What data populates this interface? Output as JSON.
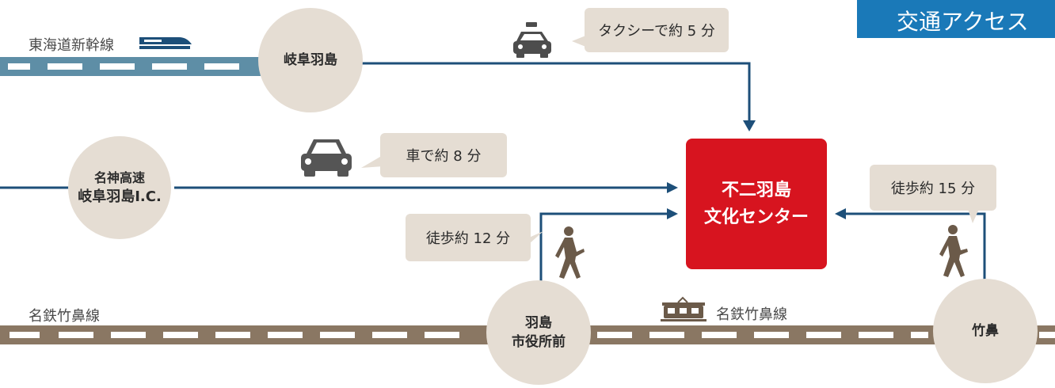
{
  "title": "交通アクセス",
  "lines": {
    "shinkansen_label": "東海道新幹線",
    "meitetsu_left_label": "名鉄竹鼻線",
    "meitetsu_mid_label": "名鉄竹鼻線"
  },
  "stations": {
    "gifu_hashima": "岐阜羽島",
    "meishin_line1": "名神高速",
    "meishin_line2": "岐阜羽島I.C.",
    "shiyakusho_line1": "羽島",
    "shiyakusho_line2": "市役所前",
    "takehana": "竹鼻"
  },
  "destination": {
    "line1": "不二羽島",
    "line2": "文化センター"
  },
  "routes": {
    "taxi": "タクシーで約 5 分",
    "car": "車で約 8 分",
    "walk_12": "徒歩約 12 分",
    "walk_15": "徒歩約 15 分"
  },
  "colors": {
    "title_bg": "#1a79b8",
    "destination": "#d7141f",
    "route_line": "#1d4f79",
    "shinkansen_track": "#5e8ea6",
    "meitetsu_track": "#8a7763",
    "station_circle": "#e5ddd3"
  },
  "icons": [
    "shinkansen-icon",
    "taxi-icon",
    "car-icon",
    "walking-person-icon",
    "train-icon"
  ]
}
